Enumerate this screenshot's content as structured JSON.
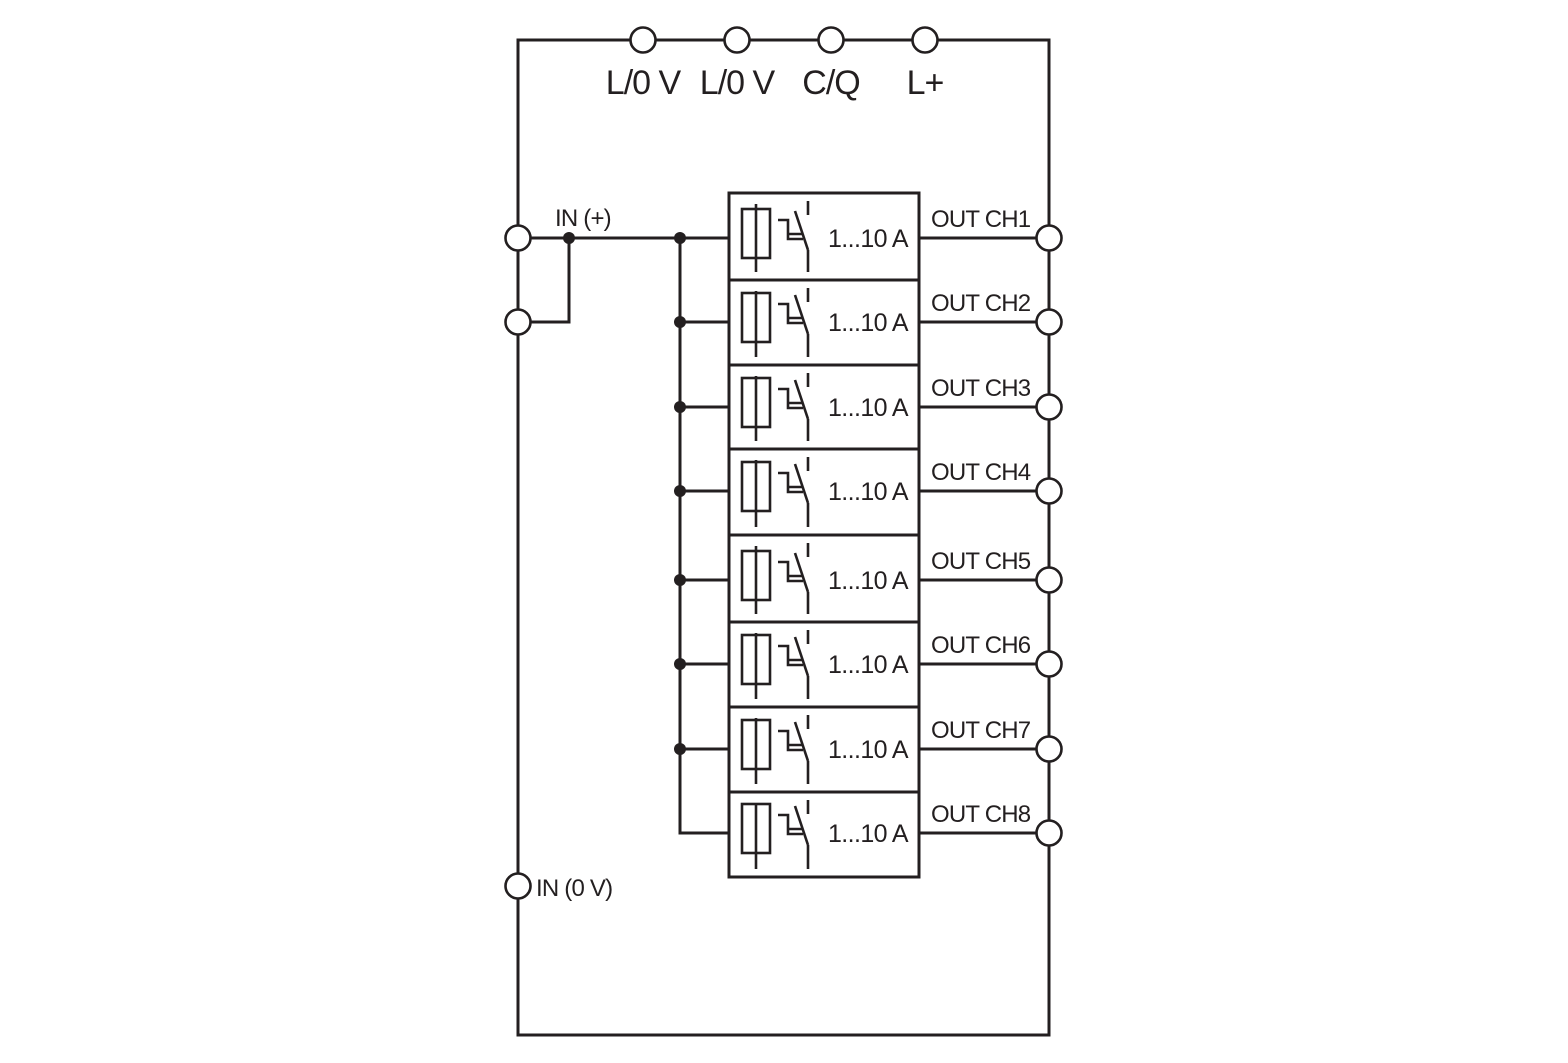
{
  "diagram": {
    "type": "wiring-diagram",
    "line_color": "#231f20",
    "background": "#ffffff",
    "top_terminals": [
      {
        "label": "L/0 V"
      },
      {
        "label": "L/0 V"
      },
      {
        "label": "C/Q"
      },
      {
        "label": "L+"
      }
    ],
    "input_plus_label": "IN (+)",
    "input_zero_label": "IN (0 V)",
    "channels": [
      {
        "rating": "1...10 A",
        "output_label": "OUT CH1"
      },
      {
        "rating": "1...10 A",
        "output_label": "OUT CH2"
      },
      {
        "rating": "1...10 A",
        "output_label": "OUT CH3"
      },
      {
        "rating": "1...10 A",
        "output_label": "OUT CH4"
      },
      {
        "rating": "1...10 A",
        "output_label": "OUT CH5"
      },
      {
        "rating": "1...10 A",
        "output_label": "OUT CH6"
      },
      {
        "rating": "1...10 A",
        "output_label": "OUT CH7"
      },
      {
        "rating": "1...10 A",
        "output_label": "OUT CH8"
      }
    ],
    "channel_symbol": "fuse-with-circuit-breaker"
  }
}
